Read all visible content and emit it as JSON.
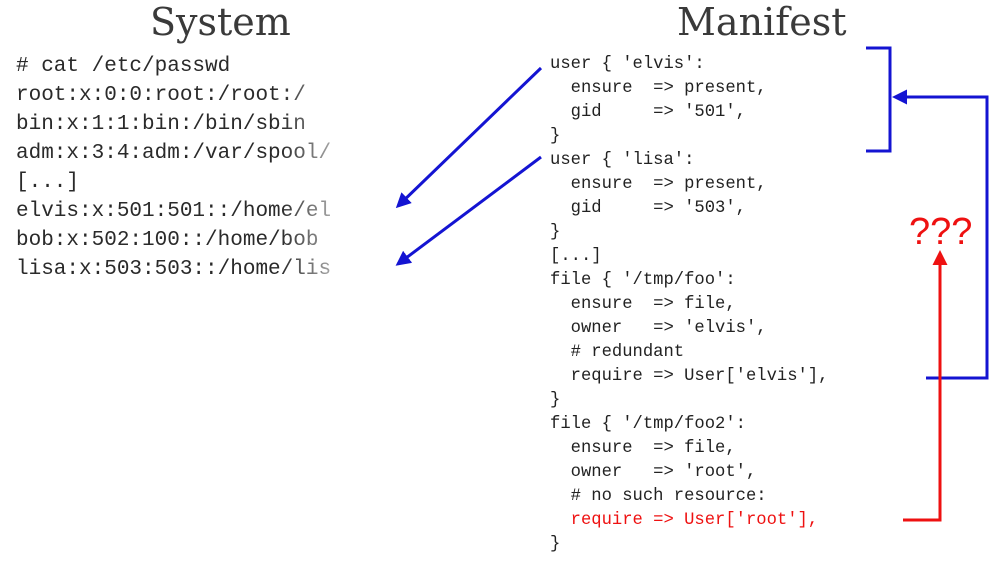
{
  "system": {
    "title": "System",
    "passwd_lines": [
      "# cat /etc/passwd",
      "root:x:0:0:root:/root:/",
      "bin:x:1:1:bin:/bin/sbin",
      "adm:x:3:4:adm:/var/spool/",
      "[...]",
      "elvis:x:501:501::/home/el",
      "bob:x:502:100::/home/bob",
      "lisa:x:503:503::/home/lis"
    ]
  },
  "manifest": {
    "title": "Manifest",
    "lines": [
      "user { 'elvis':",
      "  ensure  => present,",
      "  gid     => '501',",
      "}",
      "user { 'lisa':",
      "  ensure  => present,",
      "  gid     => '503',",
      "}",
      "[...]",
      "file { '/tmp/foo':",
      "  ensure  => file,",
      "  owner   => 'elvis',",
      "  # redundant",
      "  require => User['elvis'],",
      "}",
      "file { '/tmp/foo2':",
      "  ensure  => file,",
      "  owner   => 'root',",
      "  # no such resource:",
      "  require => User['root'],",
      "}"
    ],
    "highlighted_lines": [
      13,
      19
    ],
    "error_lines": [
      19
    ]
  },
  "annotation": {
    "question_marks": "???"
  },
  "colors": {
    "link_arrows": "#1414d2",
    "error": "#ee1111",
    "highlight": "#b6b6c8",
    "heading_text": "#3a3a3a"
  }
}
